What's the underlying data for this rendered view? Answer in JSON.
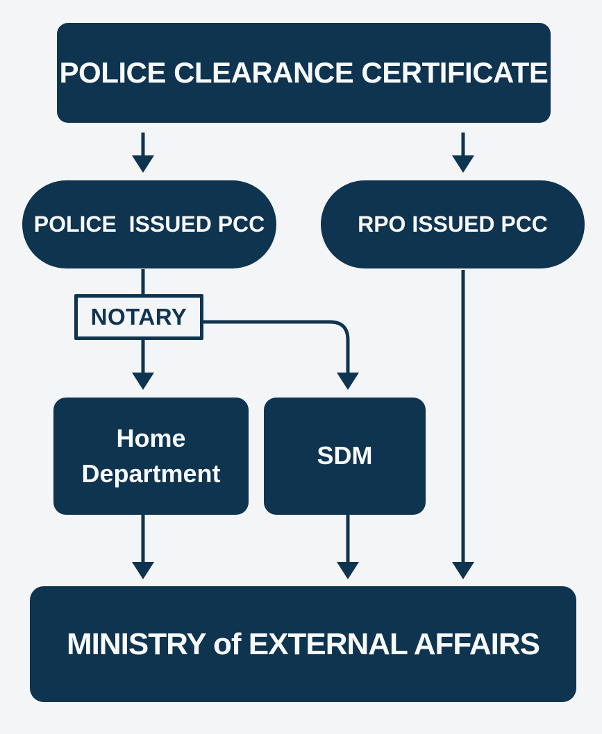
{
  "diagram_title": "Police Clearance Certificate process flowchart",
  "colors": {
    "navy": "#0E3450",
    "background": "#F4F5F7",
    "light_text": "#F8F9FA"
  },
  "nodes": {
    "top": {
      "label": "POLICE CLEARANCE CERTIFICATE"
    },
    "police_pcc": {
      "label": "POLICE  ISSUED PCC"
    },
    "rpo_pcc": {
      "label": "RPO ISSUED PCC"
    },
    "notary": {
      "label": "NOTARY"
    },
    "home_department": {
      "label": "Home Department"
    },
    "sdm": {
      "label": "SDM"
    },
    "ministry": {
      "label": "MINISTRY of EXTERNAL AFFAIRS"
    }
  },
  "edges": [
    {
      "from": "top",
      "to": "police_pcc",
      "arrow": true
    },
    {
      "from": "top",
      "to": "rpo_pcc",
      "arrow": true
    },
    {
      "from": "police_pcc",
      "to": "notary",
      "arrow": false
    },
    {
      "from": "notary",
      "to": "home_department",
      "arrow": true
    },
    {
      "from": "notary",
      "to": "sdm",
      "arrow": true
    },
    {
      "from": "home_department",
      "to": "ministry",
      "arrow": true
    },
    {
      "from": "sdm",
      "to": "ministry",
      "arrow": true
    },
    {
      "from": "rpo_pcc",
      "to": "ministry",
      "arrow": true
    }
  ]
}
